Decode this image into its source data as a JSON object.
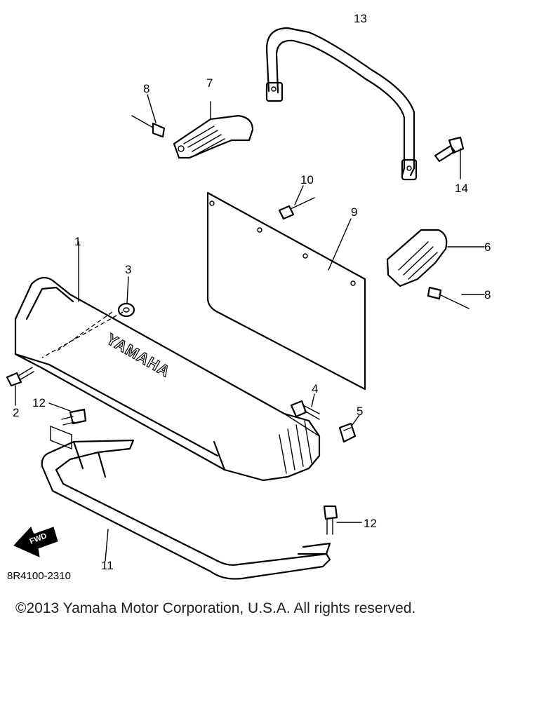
{
  "callouts": {
    "c1": "1",
    "c2": "2",
    "c3": "3",
    "c4": "4",
    "c5": "5",
    "c6": "6",
    "c7": "7",
    "c8a": "8",
    "c8b": "8",
    "c9": "9",
    "c10": "10",
    "c11": "11",
    "c12a": "12",
    "c12b": "12",
    "c13": "13",
    "c14": "14"
  },
  "bumper_brand": "YAMAHA",
  "arrow_label": "FWD",
  "diagram_code": "8R4100-2310",
  "copyright": "©2013 Yamaha Motor Corporation, U.S.A. All rights reserved."
}
